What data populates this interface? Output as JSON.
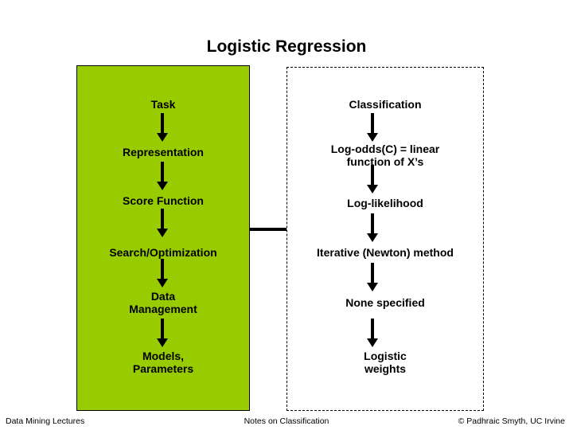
{
  "title": "Logistic Regression",
  "colors": {
    "background": "#FFFFFF",
    "left_box_fill": "#99CC00",
    "box_border": "#000000",
    "arrow": "#000000",
    "text": "#000000"
  },
  "left_box": {
    "rows": [
      "Task",
      "Representation",
      "Score Function",
      "Search/Optimization",
      "Data\nManagement",
      "Models,\nParameters"
    ]
  },
  "right_box": {
    "rows": [
      "Classification",
      "Log-odds(C) = linear\nfunction of X’s",
      "Log-likelihood",
      "Iterative (Newton) method",
      "None specified",
      "Logistic\nweights"
    ]
  },
  "icons": {
    "down_arrow": "▼",
    "connector_line": "—"
  },
  "footer": {
    "left": "Data Mining Lectures",
    "center": "Notes on Classification",
    "right": "© Padhraic Smyth, UC Irvine"
  }
}
